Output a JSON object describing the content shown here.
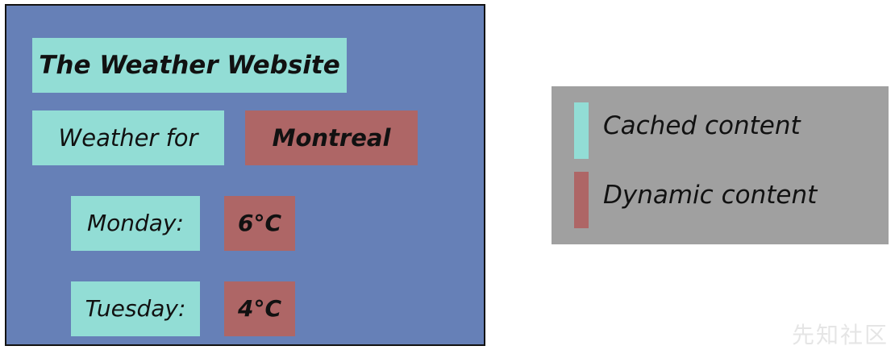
{
  "colors": {
    "page_background": "#6680b7",
    "cached": "#92ddd5",
    "dynamic": "#ae6666",
    "legend_panel": "#a0a0a0",
    "frame_border": "#121212"
  },
  "page": {
    "title": "The Weather Website",
    "weather_for_label": "Weather for",
    "city": "Montreal",
    "forecast": [
      {
        "day_label": "Monday:",
        "temperature": "6°C"
      },
      {
        "day_label": "Tuesday:",
        "temperature": "4°C"
      }
    ]
  },
  "legend": {
    "items": [
      {
        "label": "Cached content",
        "color": "#92ddd5"
      },
      {
        "label": "Dynamic content",
        "color": "#ae6666"
      }
    ]
  },
  "watermark": {
    "text": "先知社区"
  }
}
